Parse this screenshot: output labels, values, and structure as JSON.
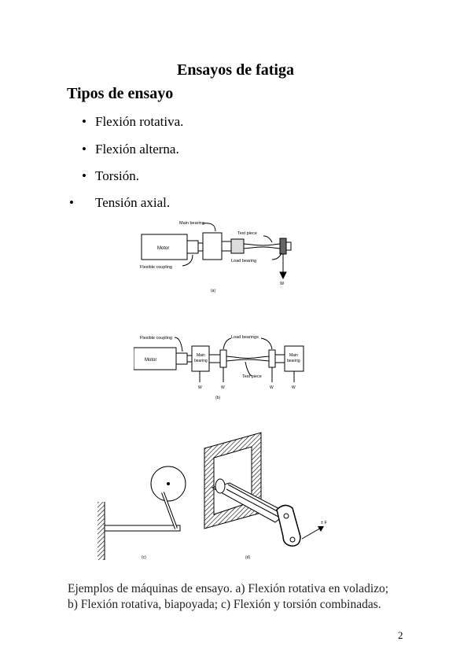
{
  "page": {
    "title": "Ensayos de fatiga",
    "subtitle": "Tipos de ensayo",
    "bullet_glyph": "•",
    "bullets": [
      "Flexión rotativa.",
      "Flexión alterna.",
      "Torsión.",
      "Tensión axial."
    ],
    "caption_line1": "Ejemplos de máquinas de ensayo. a) Flexión rotativa en voladizo;",
    "caption_line2": "b) Flexión rotativa, biapoyada; c) Flexión y torsión combinadas.",
    "page_number": "2"
  },
  "figure_a": {
    "motor": "Motor",
    "main_bearing": "Main bearing",
    "test_piece": "Test piece",
    "load_bearing": "Load bearing",
    "flexible_coupling": "Flexible coupling",
    "w": "W",
    "label": "(a)"
  },
  "figure_b": {
    "flexible_coupling": "Flexible coupling",
    "load_bearings": "Load bearings",
    "motor": "Motor",
    "main_bearing_1": "Main",
    "main_bearing_2": "bearing",
    "test_piece": "Test piece",
    "w": "W",
    "label": "(b)"
  },
  "figure_cd": {
    "label_c": "(c)",
    "label_d": "(d)",
    "force": "± F"
  }
}
